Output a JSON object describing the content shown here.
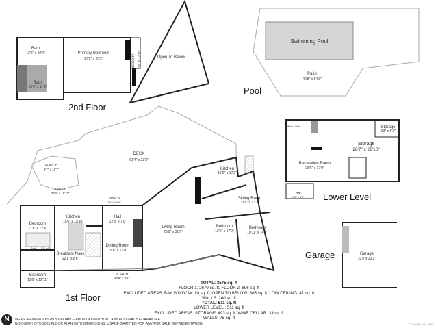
{
  "floors": {
    "second": {
      "label": "2nd Floor",
      "rooms": [
        {
          "name": "Bath",
          "dim": "13'2\" x 10'4\""
        },
        {
          "name": "Primary Bedroom",
          "dim": "27'2\" x 20'2\""
        },
        {
          "name": "Balcony",
          "dim": "6'5\" x 12'11\""
        },
        {
          "name": "Open To Below",
          "dim": ""
        },
        {
          "name": "Bath",
          "dim": "15'4\" x 11'9\""
        }
      ]
    },
    "pool": {
      "label": "Pool",
      "rooms": [
        {
          "name": "Swimming Pool",
          "dim": ""
        },
        {
          "name": "Patio",
          "dim": "42'8\" x 54'3\""
        }
      ]
    },
    "lower": {
      "label": "Lower Level",
      "rooms": [
        {
          "name": "Storage",
          "dim": "8'3\" x 6'3\""
        },
        {
          "name": "Storage",
          "dim": "28'7\" x 22'10\""
        },
        {
          "name": "Recreation Room",
          "dim": "28'6\" x 17'9\""
        },
        {
          "name": "Bar",
          "dim": "9'1\" x 6'9\""
        },
        {
          "name": "Wine Cellar",
          "dim": ""
        }
      ]
    },
    "garage": {
      "label": "Garage",
      "rooms": [
        {
          "name": "Garage",
          "dim": "22'0\"x 23'2\""
        }
      ]
    },
    "first": {
      "label": "1st Floor",
      "rooms": [
        {
          "name": "DECK",
          "dim": "61'4\" x 23'2\""
        },
        {
          "name": "PORCH",
          "dim": "9'7\" x 10'7\""
        },
        {
          "name": "PATIO",
          "dim": "32'9\" x 16'11\""
        },
        {
          "name": "Kitchen",
          "dim": "17'0\" x 17'2\""
        },
        {
          "name": "Sitting Room",
          "dim": "11'0\" x 13'3\""
        },
        {
          "name": "Bedroom",
          "dim": "12'0\" x 17'0\""
        },
        {
          "name": "Bedroom",
          "dim": "10'11\" x 14'3\""
        },
        {
          "name": "PORCH",
          "dim": "11'8\" x 5'4\""
        },
        {
          "name": "Hall",
          "dim": "12'8\" x 7'0\""
        },
        {
          "name": "Kitchen",
          "dim": "18'6\" x 15'10\""
        },
        {
          "name": "Bedroom",
          "dim": "11'6\" x 12'4\""
        },
        {
          "name": "Bath",
          "dim": "8'4\" x 6'5\""
        },
        {
          "name": "Breakfast Nook",
          "dim": "12'1\" x 8'6\""
        },
        {
          "name": "Dining Room",
          "dim": "18'8\" x 17'0\""
        },
        {
          "name": "Living Room",
          "dim": "26'9\" x 32'7\""
        },
        {
          "name": "Bedroom",
          "dim": "11'6\" x 12'11\""
        },
        {
          "name": "PORCH",
          "dim": "43'9\" x 4'1\""
        }
      ]
    }
  },
  "summary": {
    "total1": "TOTAL: 3575 sq. ft",
    "line1": "FLOOR 1: 2679 sq. ft, FLOOR 2: 896 sq. ft",
    "line2": "EXCLUDED AREAS: BAY WINDOW: 10 sq. ft, OPEN TO BELOW: 605 sq. ft, LOW CEILING: 41 sq. ft",
    "line3": "WALLS: 240 sq. ft",
    "total2": "TOTAL: 511 sq. ft",
    "line4": "LOWER LEVEL : 511 sq. ft",
    "line5": "EXCLUDED AREAS: STORAGE: 493 sq. ft, WINE CELLAR: 33 sq. ft",
    "line6": "WALLS: 75 sq. ft"
  },
  "footer": {
    "line1": "MEASUREMENTS HIGHLY RELIABLE PROVIDED WITHOUT ANY ACCURACY GUARANTEE",
    "line2": "NOKKENPHOTO 2025 FLOOR PLAN WITH DIMENSIONS. USAGE GRANTED FOR ANY FOR SALE REPRESENTATION.",
    "logo": "N",
    "copyright": "© CloudPlan Inc. 2025"
  }
}
